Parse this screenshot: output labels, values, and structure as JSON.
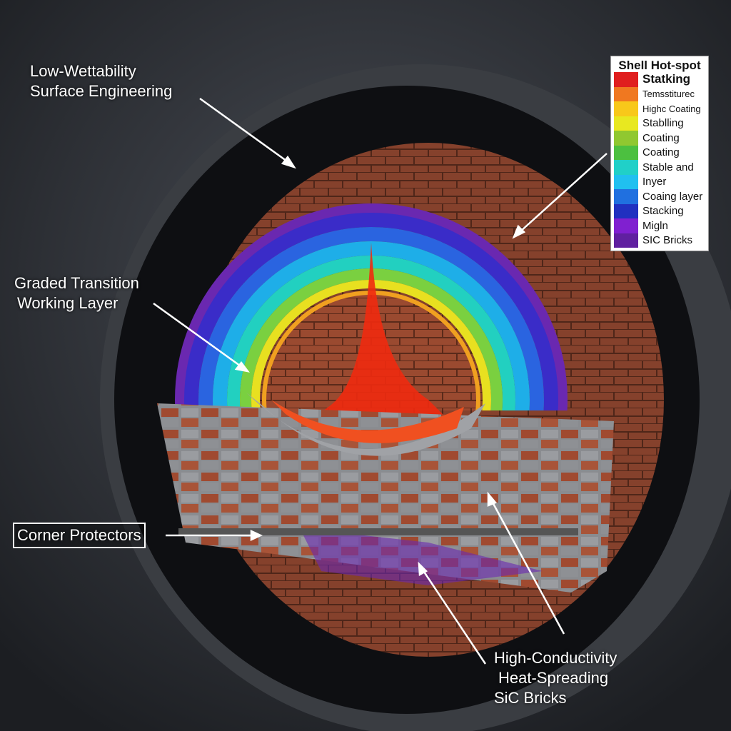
{
  "labels": {
    "low_wettability": [
      "Low-Wettability",
      "Surface Engineering"
    ],
    "graded_transition": [
      "Graded Transition",
      "Working Layer"
    ],
    "corner_protectors": "Corner Protectors",
    "high_conductivity": [
      "High-Conductivity",
      "Heat-Spreading",
      "SiC Bricks"
    ]
  },
  "legend": {
    "title": "Shell Hot-spot",
    "items": [
      {
        "label": "Statking",
        "color": "#e01e1e"
      },
      {
        "label": "Temsstiturec",
        "color": "#f07820"
      },
      {
        "label": "Highc Coating",
        "color": "#f8c81a"
      },
      {
        "label": "Stablling",
        "color": "#e8e820"
      },
      {
        "label": "Coating",
        "color": "#90c830"
      },
      {
        "label": "Coating",
        "color": "#4cc040"
      },
      {
        "label": "Stable and",
        "color": "#20d0c8"
      },
      {
        "label": "Inyer",
        "color": "#20c0f0"
      },
      {
        "label": "Coaing layer",
        "color": "#2070e0"
      },
      {
        "label": "Stacking",
        "color": "#2030c0"
      },
      {
        "label": "Migln",
        "color": "#8020d0"
      },
      {
        "label": "SIC Bricks",
        "color": "#6020a0"
      }
    ]
  }
}
